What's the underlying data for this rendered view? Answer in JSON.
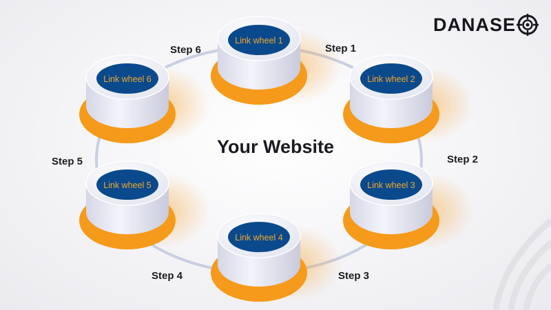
{
  "center": {
    "title": "Your Website"
  },
  "logo": {
    "text": "DANASE",
    "icon": "crosshair-target-icon"
  },
  "colors": {
    "navy": "#0a4a8c",
    "orange": "#f59a1b",
    "label_text": "#f3a52a",
    "ring": "#c9cfe3",
    "heading": "#1b1b22"
  },
  "nodes": [
    {
      "label": "Link wheel 1"
    },
    {
      "label": "Link wheel 2"
    },
    {
      "label": "Link wheel 3"
    },
    {
      "label": "Link wheel 4"
    },
    {
      "label": "Link wheel 5"
    },
    {
      "label": "Link wheel 6"
    }
  ],
  "steps": [
    {
      "label": "Step 1"
    },
    {
      "label": "Step 2"
    },
    {
      "label": "Step 3"
    },
    {
      "label": "Step 4"
    },
    {
      "label": "Step 5"
    },
    {
      "label": "Step 6"
    }
  ]
}
